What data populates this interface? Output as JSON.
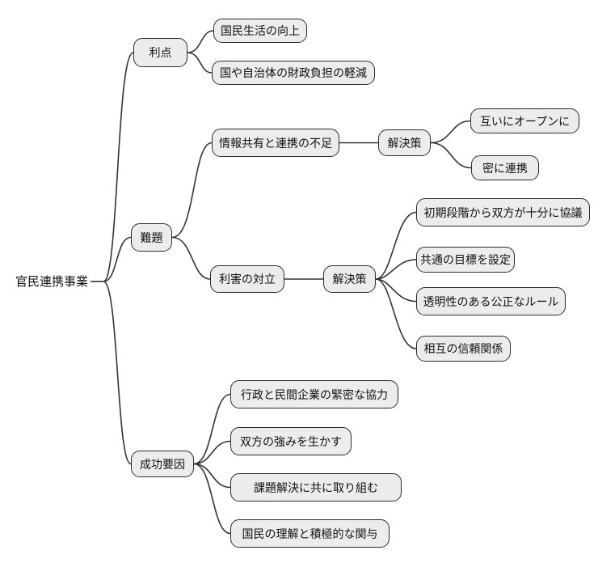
{
  "diagram": {
    "type": "mindmap",
    "direction": "left-to-right"
  },
  "colors": {
    "background": "#ffffff",
    "node_fill": "#ececec",
    "node_border": "#2b2b2b",
    "edge": "#333333",
    "text": "#111111"
  },
  "tree": {
    "label": "官民連携事業",
    "children": [
      {
        "label": "利点",
        "children": [
          {
            "label": "国民生活の向上"
          },
          {
            "label": "国や自治体の財政負担の軽減"
          }
        ]
      },
      {
        "label": "難題",
        "children": [
          {
            "label": "情報共有と連携の不足",
            "children": [
              {
                "label": "解決策",
                "children": [
                  {
                    "label": "互いにオープンに"
                  },
                  {
                    "label": "密に連携"
                  }
                ]
              }
            ]
          },
          {
            "label": "利害の対立",
            "children": [
              {
                "label": "解決策",
                "children": [
                  {
                    "label": "初期段階から双方が十分に協議"
                  },
                  {
                    "label": "共通の目標を設定"
                  },
                  {
                    "label": "透明性のある公正なルール"
                  },
                  {
                    "label": "相互の信頼関係"
                  }
                ]
              }
            ]
          }
        ]
      },
      {
        "label": "成功要因",
        "children": [
          {
            "label": "行政と民間企業の緊密な協力"
          },
          {
            "label": "双方の強みを生かす"
          },
          {
            "label": "課題解決に共に取り組む"
          },
          {
            "label": "国民の理解と積極的な関与"
          }
        ]
      }
    ]
  }
}
